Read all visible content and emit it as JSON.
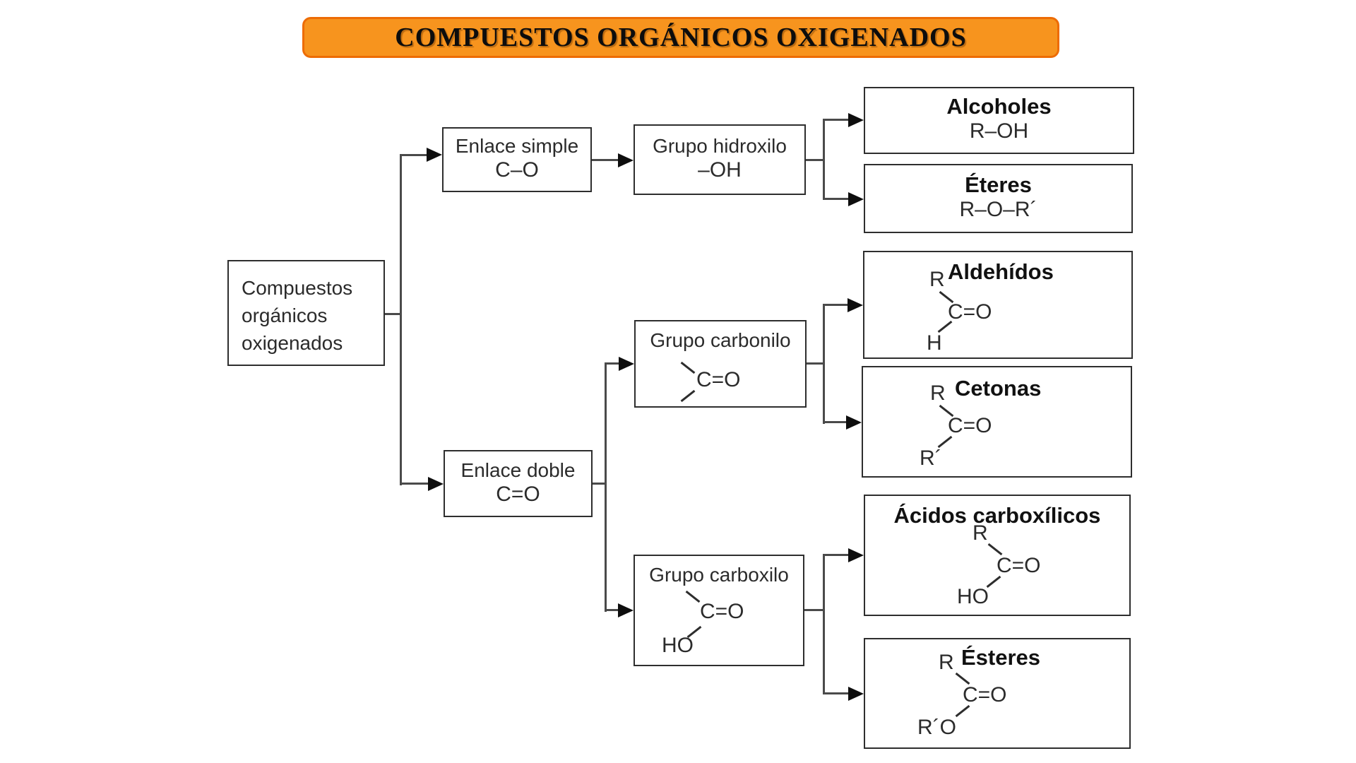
{
  "title": {
    "text": "COMPUESTOS ORGÁNICOS OXIGENADOS"
  },
  "colors": {
    "banner_bg": "#F7941E",
    "banner_border": "#ED6C05",
    "ink": "#2b2b2b"
  },
  "root": {
    "line1": "Compuestos",
    "line2": "orgánicos",
    "line3": "oxigenados"
  },
  "branches": {
    "enlace_simple": {
      "label": "Enlace simple",
      "formula": "C–O"
    },
    "enlace_doble": {
      "label": "Enlace doble",
      "formula": "C=O"
    },
    "grupo_hidroxilo": {
      "label": "Grupo hidroxilo",
      "formula": "–OH"
    },
    "grupo_carbonilo": {
      "label": "Grupo carbonilo",
      "formula": "C=O"
    },
    "grupo_carboxilo": {
      "label": "Grupo carboxilo",
      "formula": "C=O",
      "bottom": "HO"
    }
  },
  "leaves": {
    "alcoholes": {
      "title": "Alcoholes",
      "formula": "R–OH"
    },
    "eteres": {
      "title": "Éteres",
      "formula": "R–O–R´"
    },
    "aldehidos": {
      "title": "Aldehídos",
      "r_top": "R",
      "center": "C=O",
      "bottom": "H"
    },
    "cetonas": {
      "title": "Cetonas",
      "r_top": "R",
      "center": "C=O",
      "bottom": "R´"
    },
    "acidos_carboxilicos": {
      "title": "Ácidos carboxílicos",
      "r_top": "R",
      "center": "C=O",
      "bottom": "HO"
    },
    "esteres": {
      "title": "Ésteres",
      "r_top": "R",
      "center": "C=O",
      "bottom": "R´O"
    }
  }
}
